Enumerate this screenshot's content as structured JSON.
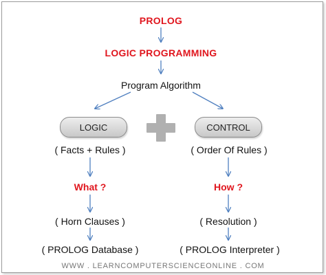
{
  "nodes": {
    "prolog": "PROLOG",
    "logic_programming": "LOGIC PROGRAMMING",
    "program_algorithm": "Program Algorithm",
    "logic": "LOGIC",
    "plus": "+",
    "control": "CONTROL",
    "facts_rules": "( Facts +  Rules )",
    "order_of_rules": "( Order Of Rules )",
    "what": "What  ?",
    "how": "How ?",
    "horn_clauses": "( Horn Clauses )",
    "resolution": "( Resolution )",
    "prolog_database": "( PROLOG  Database )",
    "prolog_interpreter": "( PROLOG  Interpreter )"
  },
  "footer": "WWW . LEARNCOMPUTERSCIENCEONLINE . COM",
  "colors": {
    "accent_red": "#e0161e",
    "arrow_blue": "#4f7fbf",
    "pill_fill": "#d9d9d9",
    "plus_gray": "#b0b0b0"
  }
}
